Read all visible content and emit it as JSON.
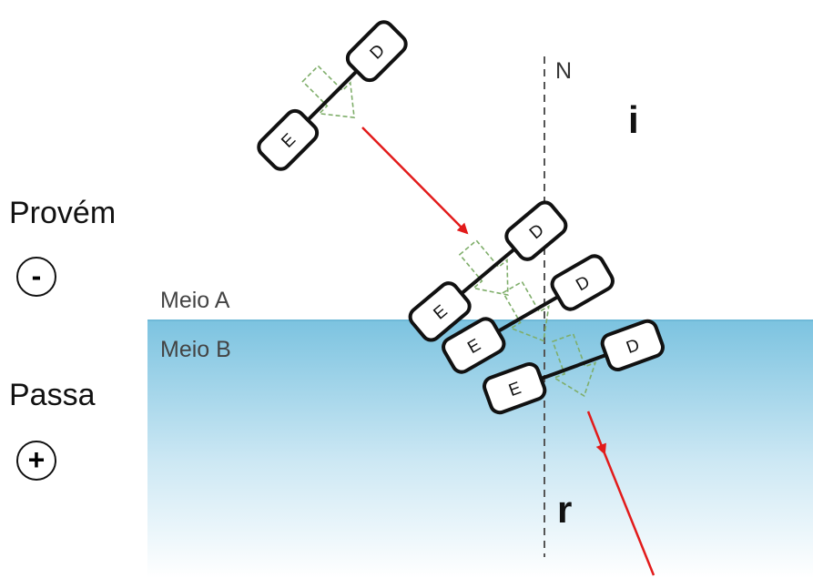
{
  "left_panel": {
    "comes_from_label": "Provém",
    "comes_from_sign": "-",
    "passes_label": "Passa",
    "passes_sign": "+"
  },
  "media": {
    "medium_a_label": "Meio A",
    "medium_b_label": "Meio B",
    "medium_b_color": "#7cc3e0"
  },
  "normal": {
    "label": "N"
  },
  "angles": {
    "incidence_label": "i",
    "refraction_label": "r"
  },
  "wheel_labels": {
    "left": "E",
    "right": "D"
  },
  "colors": {
    "ray": "#e21b1b",
    "arrow_outline": "#7fae6a",
    "wheel": "#111111"
  }
}
